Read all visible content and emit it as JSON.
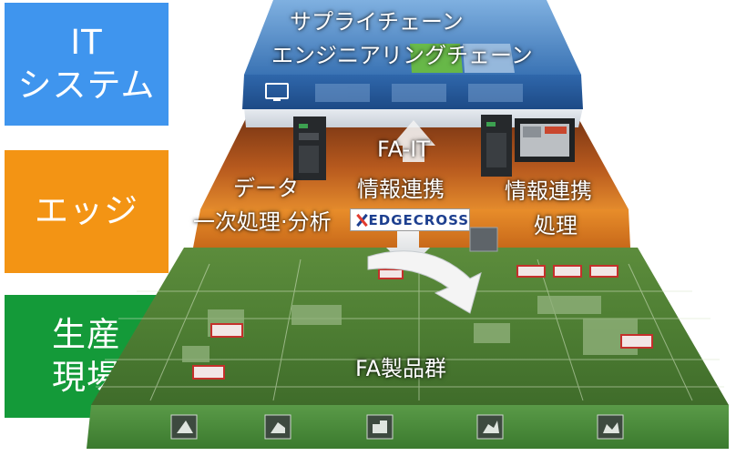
{
  "tiers": {
    "it": {
      "line1": "IT",
      "line2": "システム",
      "color": "#3f95ee"
    },
    "edge": {
      "label": "エッジ",
      "color": "#f39414"
    },
    "field": {
      "line1": "生産",
      "line2": "現場",
      "color": "#149a39"
    }
  },
  "it_layer": {
    "line1": "サプライチェーン",
    "line2": "エンジニアリングチェーン"
  },
  "edge_layer": {
    "data_line1": "データ",
    "data_line2": "一次処理·分析",
    "fait_line1": "FA-IT",
    "fait_line2": "情報連携",
    "proc_line1": "情報連携",
    "proc_line2": "処理",
    "logo_text": "EDGECROSS"
  },
  "field_layer": {
    "label": "FA製品群"
  },
  "icons": [
    "monitor-icon",
    "controller-icon",
    "panel-display-icon",
    "flow-arrow-icon",
    "machine-tool-icon",
    "robot-arm-icon",
    "factory-line-icon"
  ]
}
